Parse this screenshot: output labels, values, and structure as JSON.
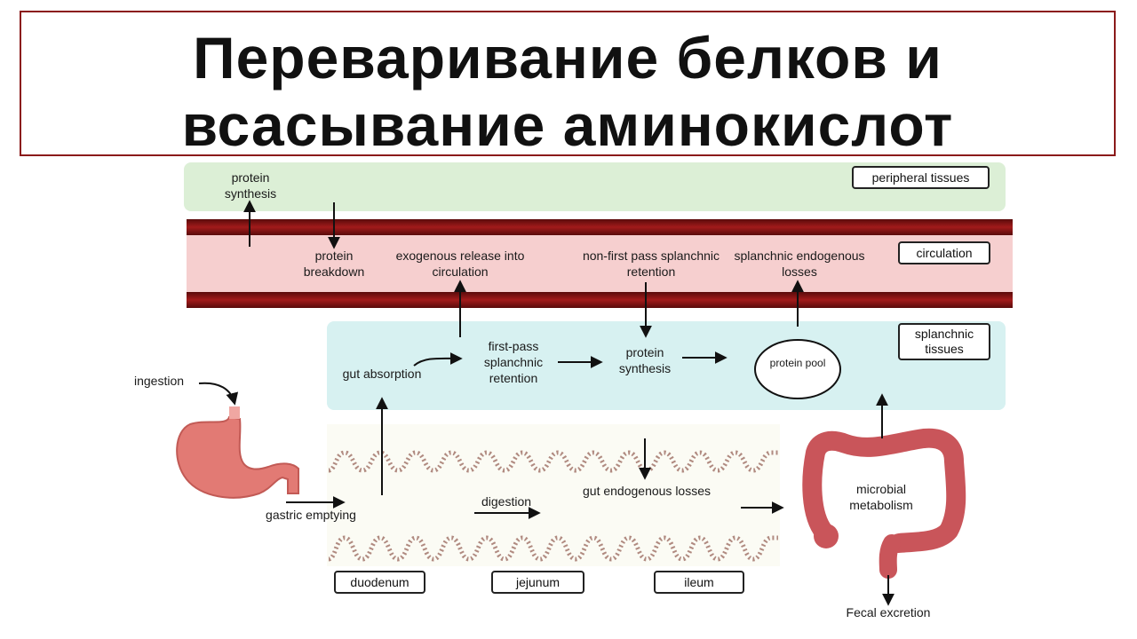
{
  "title": {
    "line1": "Переваривание белков и",
    "line2": "всасывание аминокислот"
  },
  "regions": {
    "peripheral": "peripheral tissues",
    "circulation": "circulation",
    "splanchnic": "splanchnic tissues"
  },
  "labels": {
    "protein_synthesis_top": "protein synthesis",
    "protein_breakdown": "protein breakdown",
    "exogenous_release": "exogenous release into circulation",
    "non_first_pass": "non-first pass splanchnic retention",
    "splanchnic_losses": "splanchnic endogenous losses",
    "gut_absorption": "gut absorption",
    "first_pass": "first-pass splanchnic retention",
    "protein_synthesis_mid": "protein synthesis",
    "protein_pool": "protein pool",
    "ingestion": "ingestion",
    "gastric_emptying": "gastric emptying",
    "digestion": "digestion",
    "gut_endogenous_losses": "gut endogenous losses",
    "microbial_metabolism": "microbial metabolism",
    "fecal_excretion": "Fecal excretion"
  },
  "segments": {
    "duodenum": "duodenum",
    "jejunum": "jejunum",
    "ileum": "ileum"
  },
  "colors": {
    "title_border": "#8b1a1a",
    "peripheral_bg": "#dcefd6",
    "circulation_bg": "#f6cfcf",
    "vessel_wall": "#8a1414",
    "splanchnic_bg": "#d7f1f1",
    "intestine_line": "#b08a80",
    "organ": "#d9666a"
  }
}
